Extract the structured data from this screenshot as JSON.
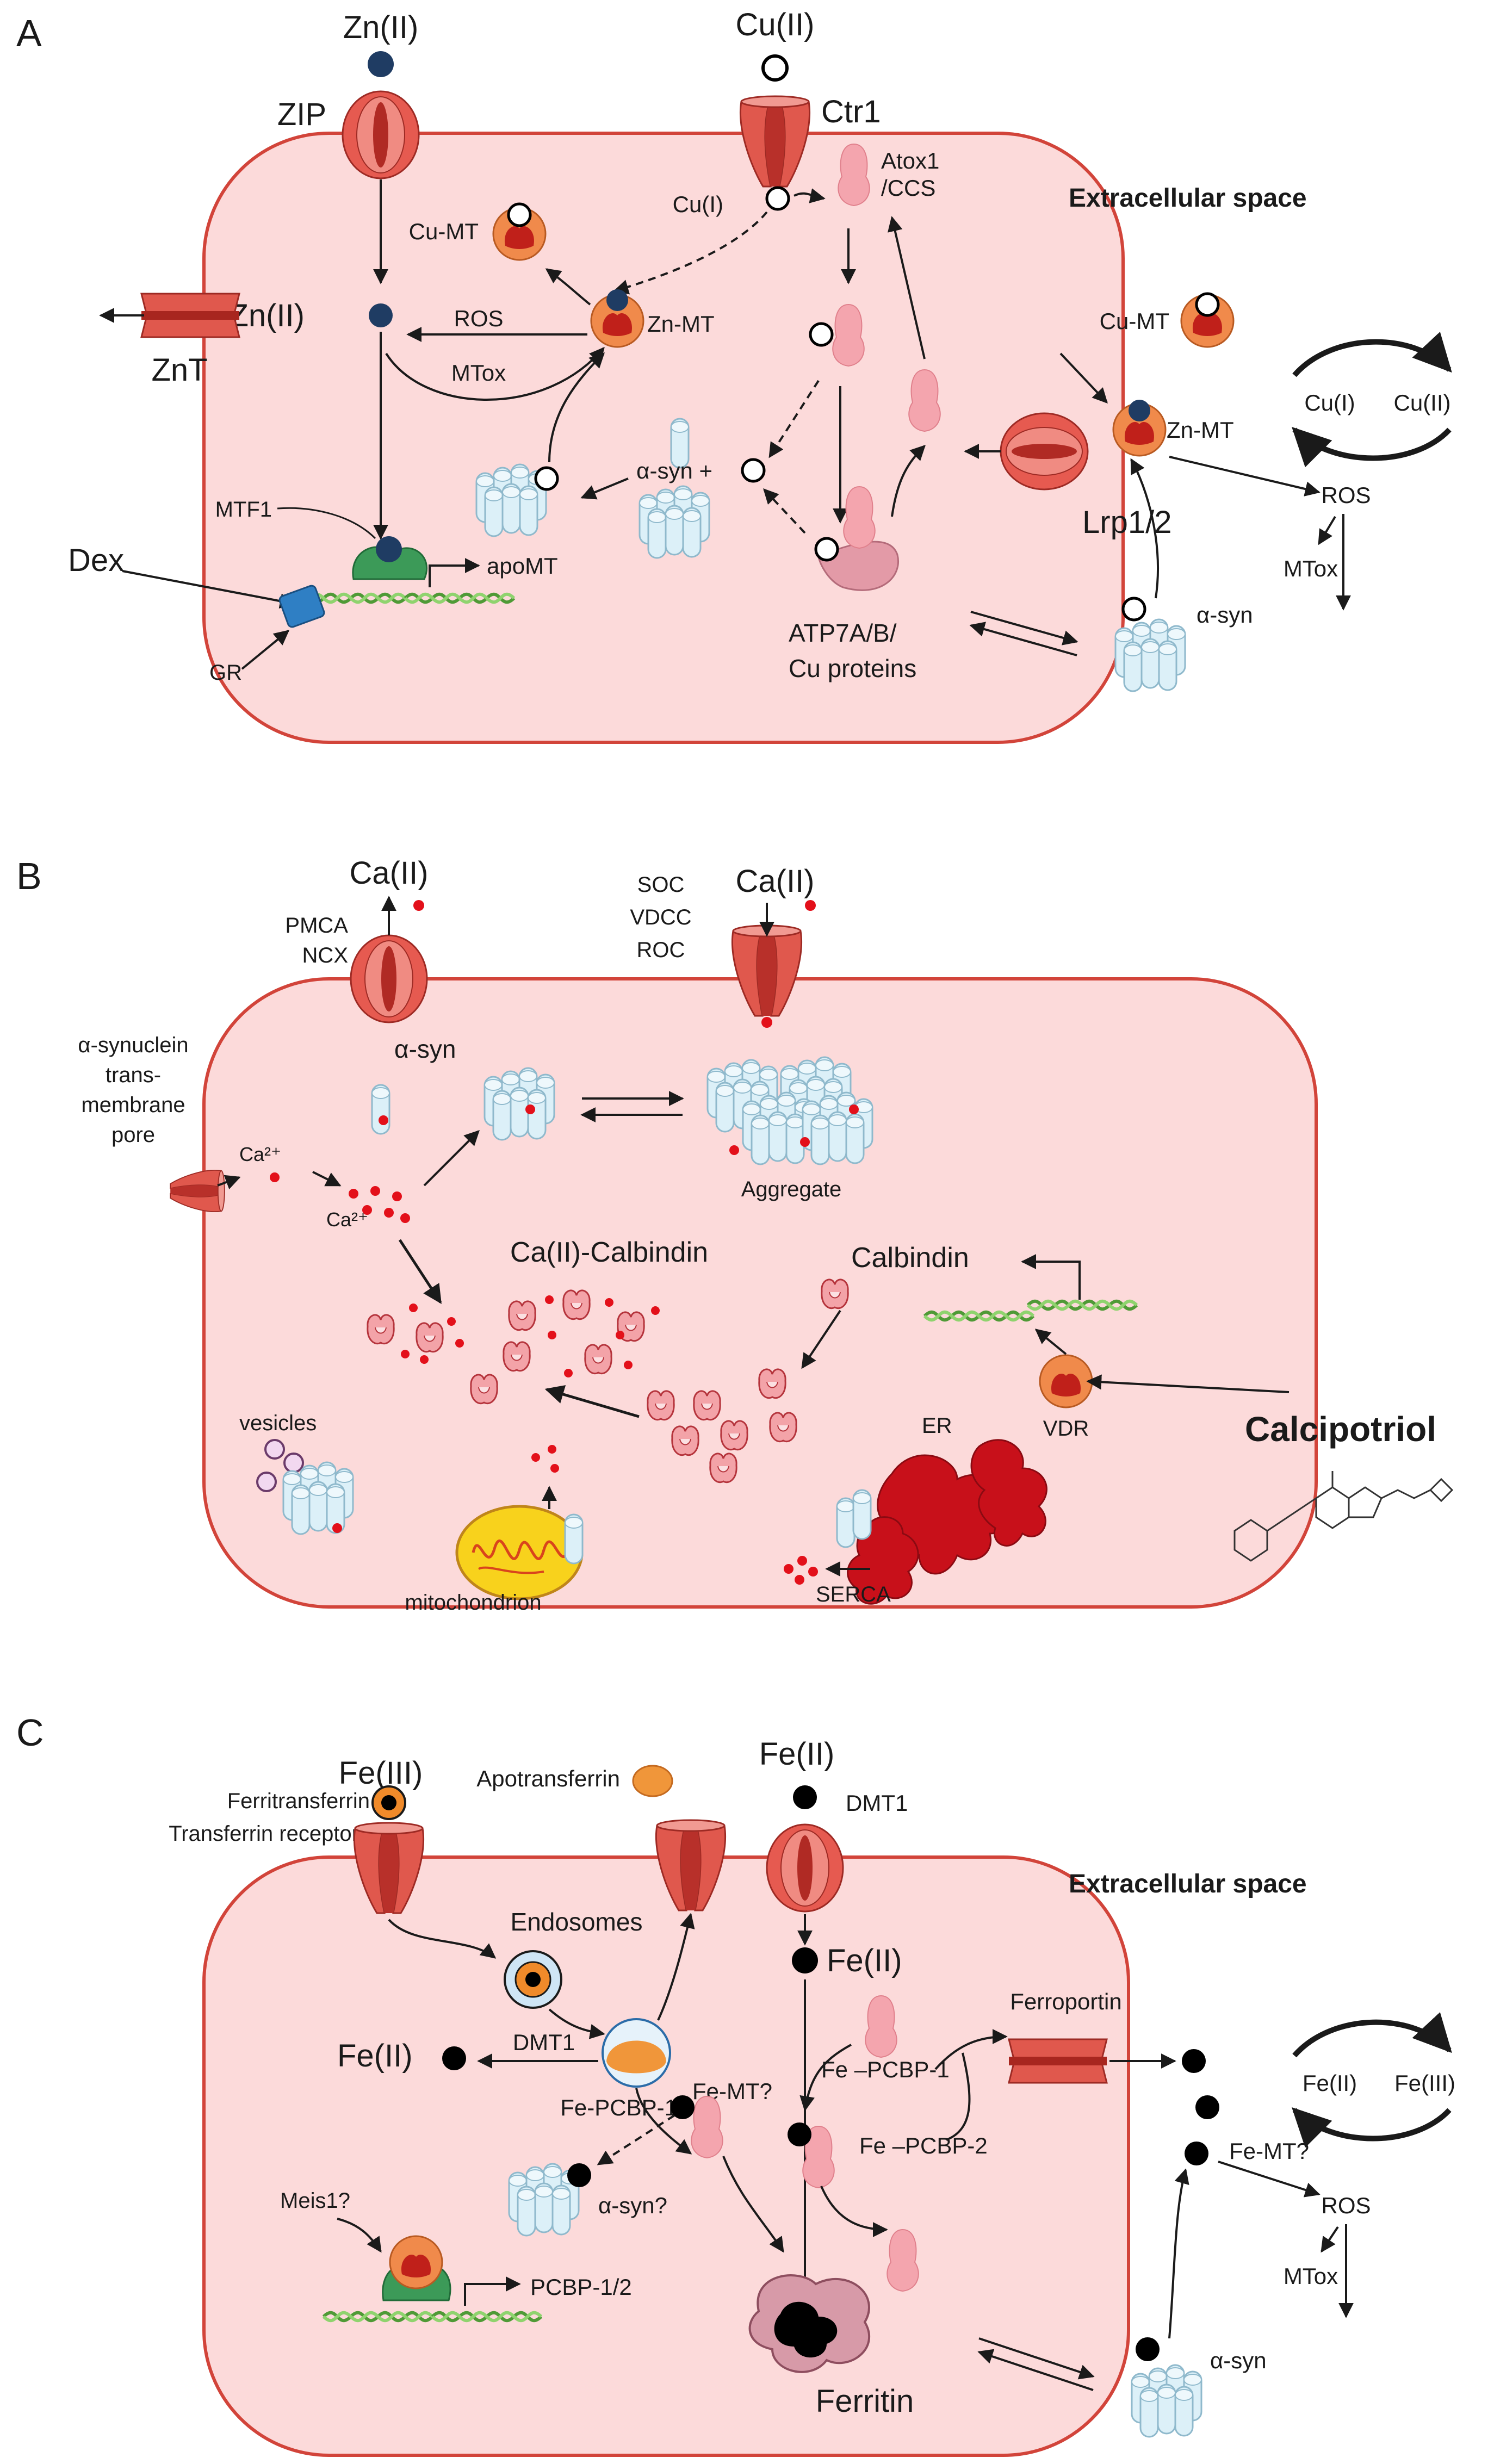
{
  "panels": {
    "A": {
      "letter": "A",
      "labels": {
        "zn2_top": "Zn(II)",
        "zip": "ZIP",
        "cu2_top": "Cu(II)",
        "ctr1": "Ctr1",
        "cu1": "Cu(I)",
        "atox1": "Atox1",
        "ccs": "/CCS",
        "cu_mt_in": "Cu-MT",
        "zn2_in": "Zn(II)",
        "znt": "ZnT",
        "ros_in": "ROS",
        "mtox_in": "MTox",
        "zn_mt_in": "Zn-MT",
        "mtf1": "MTF1",
        "dex": "Dex",
        "gr": "GR",
        "apomt": "apoMT",
        "asyn_plus": "α-syn +",
        "atp7": "ATP7A/B/",
        "cu_proteins": "Cu proteins",
        "extracellular": "Extracellular space",
        "cu_mt_out": "Cu-MT",
        "cu1_cycle": "Cu(I)",
        "cu2_cycle": "Cu(II)",
        "zn_mt_out": "Zn-MT",
        "lrp": "Lrp1/2",
        "ros_out": "ROS",
        "mtox_out": "MTox",
        "asyn_out": "α-syn"
      }
    },
    "B": {
      "letter": "B",
      "labels": {
        "ca_left": "Ca(II)",
        "pmca": "PMCA",
        "ncx": "NCX",
        "ca_right": "Ca(II)",
        "soc": "SOC",
        "vdcc": "VDCC",
        "roc": "ROC",
        "pore1": "α-synuclein",
        "pore2": "trans-",
        "pore3": "membrane",
        "pore4": "pore",
        "ca2plus_a": "Ca²⁺",
        "ca2plus_b": "Ca²⁺",
        "asyn": "α-syn",
        "aggregate": "Aggregate",
        "ca_calbindin": "Ca(II)-Calbindin",
        "calbindin": "Calbindin",
        "vdr": "VDR",
        "calcipotriol": "Calcipotriol",
        "vesicles": "vesicles",
        "mitochondrion": "mitochondrion",
        "er": "ER",
        "serca": "SERCA"
      }
    },
    "C": {
      "letter": "C",
      "labels": {
        "fe3_top": "Fe(III)",
        "ferritransferrin": "Ferritransferrin",
        "tfr": "Transferrin receptor",
        "apotransferrin": "Apotransferrin",
        "fe2_top": "Fe(II)",
        "dmt1_top": "DMT1",
        "endosomes": "Endosomes",
        "fe2_mid": "Fe(II)",
        "fe2_left": "Fe(II)",
        "dmt1_in": "DMT1",
        "fe_mt_in": "Fe-MT?",
        "fe_pcbp1_a": "Fe –PCBP-1",
        "fe_pcbp2": "Fe –PCBP-2",
        "fe_pcbp1_b": "Fe-PCBP-1",
        "asyn_q": "α-syn?",
        "meis1": "Meis1?",
        "pcbp12": "PCBP-1/2",
        "ferritin": "Ferritin",
        "extracellular": "Extracellular space",
        "ferroportin": "Ferroportin",
        "fe_mt_out": "Fe-MT?",
        "fe2_cycle": "Fe(II)",
        "fe3_cycle": "Fe(III)",
        "ros_out": "ROS",
        "mtox_out": "MTox",
        "asyn_out": "α-syn"
      }
    }
  },
  "colors": {
    "cell_fill": "#fcdada",
    "cell_stroke": "#d2443a",
    "channel": "#d9534a",
    "zinc": "#1f3c63",
    "calcium": "#e3101a",
    "iron": "#000000",
    "protein_pink": "#f2a0a8",
    "mt_orange": "#f08a4b",
    "asyn_blue": "#d9eef7",
    "dna_green": "#6cbf4a",
    "er_red": "#c8101a",
    "mito_yellow": "#f8d21c"
  }
}
